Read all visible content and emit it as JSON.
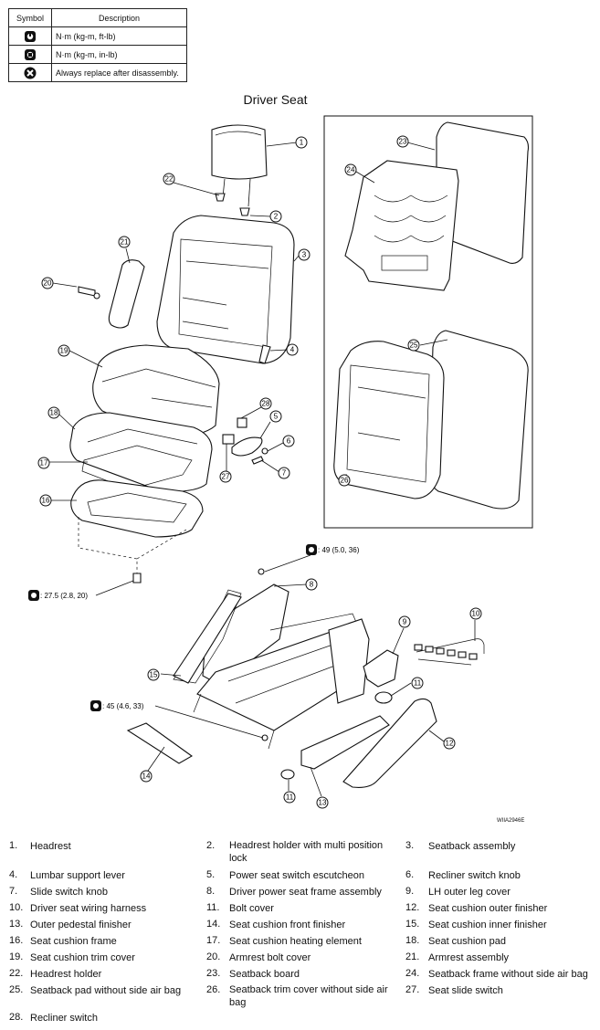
{
  "symbol_table": {
    "headers": {
      "symbol": "Symbol",
      "description": "Description"
    },
    "rows": [
      {
        "icon": "torque-wrench-icon",
        "description": "N·m (kg-m, ft-lb)"
      },
      {
        "icon": "torque-wrench-small-icon",
        "description": "N·m (kg-m, in-lb)"
      },
      {
        "icon": "always-replace-icon",
        "description": "Always replace after disassembly."
      }
    ]
  },
  "title": "Driver Seat",
  "callouts": [
    "1",
    "2",
    "3",
    "4",
    "5",
    "6",
    "7",
    "8",
    "9",
    "10",
    "11",
    "12",
    "13",
    "14",
    "15",
    "16",
    "17",
    "18",
    "19",
    "20",
    "21",
    "22",
    "23",
    "24",
    "25",
    "26",
    "27",
    "28"
  ],
  "torques": {
    "t1": ": 49 (5.0, 36)",
    "t2": ": 27.5 (2.8, 20)",
    "t3": ": 45 (4.6, 33)"
  },
  "figure_id": "WIIA2946E",
  "legend": [
    {
      "num": "1.",
      "text": "Headrest"
    },
    {
      "num": "2.",
      "text": "Headrest holder with multi position lock"
    },
    {
      "num": "3.",
      "text": "Seatback assembly"
    },
    {
      "num": "4.",
      "text": "Lumbar support lever"
    },
    {
      "num": "5.",
      "text": "Power seat switch escutcheon"
    },
    {
      "num": "6.",
      "text": "Recliner switch knob"
    },
    {
      "num": "7.",
      "text": "Slide switch knob"
    },
    {
      "num": "8.",
      "text": "Driver power seat frame assembly"
    },
    {
      "num": "9.",
      "text": "LH outer leg cover"
    },
    {
      "num": "10.",
      "text": "Driver seat wiring harness"
    },
    {
      "num": "11.",
      "text": "Bolt cover"
    },
    {
      "num": "12.",
      "text": "Seat cushion outer finisher"
    },
    {
      "num": "13.",
      "text": "Outer pedestal finisher"
    },
    {
      "num": "14.",
      "text": "Seat cushion front finisher"
    },
    {
      "num": "15.",
      "text": "Seat cushion inner finisher"
    },
    {
      "num": "16.",
      "text": "Seat cushion frame"
    },
    {
      "num": "17.",
      "text": "Seat cushion heating element"
    },
    {
      "num": "18.",
      "text": "Seat cushion pad"
    },
    {
      "num": "19.",
      "text": "Seat cushion trim cover"
    },
    {
      "num": "20.",
      "text": "Armrest bolt cover"
    },
    {
      "num": "21.",
      "text": "Armrest assembly"
    },
    {
      "num": "22.",
      "text": "Headrest holder"
    },
    {
      "num": "23.",
      "text": "Seatback board"
    },
    {
      "num": "24.",
      "text": "Seatback frame without side air bag"
    },
    {
      "num": "25.",
      "text": "Seatback pad without side air bag"
    },
    {
      "num": "26.",
      "text": "Seatback trim cover without side air bag"
    },
    {
      "num": "27.",
      "text": "Seat slide switch"
    },
    {
      "num": "28.",
      "text": "Recliner switch"
    }
  ]
}
